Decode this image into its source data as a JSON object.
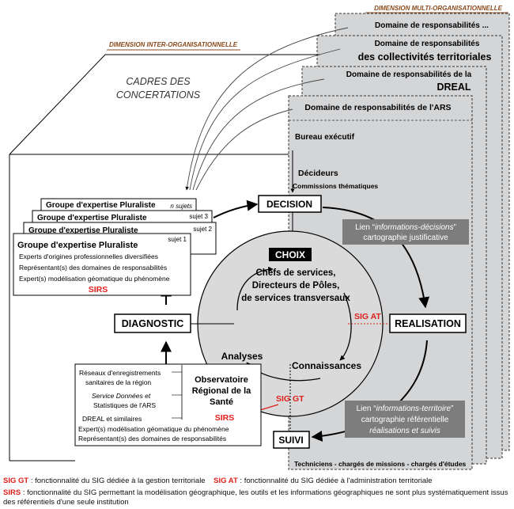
{
  "dimensions": {
    "multi": "DIMENSION MULTI-ORGANISATIONNELLE",
    "inter": "DIMENSION INTER-ORGANISATIONNELLE",
    "cadres": [
      "CADRES DES",
      "CONCERTATIONS"
    ]
  },
  "domains": {
    "d1": "Domaine de responsabilités ...",
    "d2_line1": "Domaine de responsabilités",
    "d2_line2": "des collectivités territoriales",
    "d3_line1": "Domaine de responsabilités de la",
    "d3_line2": "DREAL",
    "d4": "Domaine de responsabilités de l'ARS"
  },
  "ars": {
    "bureau": "Bureau exécutif",
    "decideurs": "Décideurs",
    "commissions": "Commissions thématiques",
    "techniciens": "Techniciens - chargés de missions - chargés d'études"
  },
  "stages": {
    "decision": "DECISION",
    "realisation": "REALISATION",
    "suivi": "SUIVI",
    "diagnostic": "DIAGNOSTIC"
  },
  "center": {
    "choix": "CHOIX",
    "chefs_line1": "Chefs de services,",
    "chefs_line2": "Directeurs de Pôles,",
    "chefs_line3": "de services transversaux",
    "analyses": "Analyses",
    "connaissances": "Connaissances",
    "sig_at": "SIG AT",
    "sig_gt": "SIG GT"
  },
  "links": {
    "decision_line1_pre": "Lien “",
    "decision_line1_it": "informations-décisions",
    "decision_line1_post": "”",
    "decision_line2": "cartographie justificative",
    "territoire_line1_pre": "Lien “",
    "territoire_line1_it": "informations-territoire",
    "territoire_line1_post": "”",
    "territoire_line2": "cartographie référentielle",
    "territoire_line3": "réalisations  et suivis"
  },
  "groups": {
    "stack_title": "Groupe d'expertise Pluraliste",
    "n_sujets": "n sujets",
    "sujet3": "sujet 3",
    "sujet2": "sujet 2",
    "sujet1": "sujet 1",
    "front_title": "Groupe d'expertise Pluraliste",
    "items": [
      "Experts d'origines professionnelles diversifiées",
      "Représentant(s) des domaines de responsabilités",
      "Expert(s) modélisation géomatique du phénomène"
    ],
    "sirs": "SIRS"
  },
  "observatoire": {
    "title_lines": [
      "Observatoire",
      "Régional de la",
      "Santé"
    ],
    "reseaux_line1": "Réseaux d'enregistrements",
    "reseaux_line2": "sanitaires de la région",
    "service_line1_it": "Service Données et",
    "service_line2": "Statistiques de l'ARS",
    "dreal": "DREAL et similaires",
    "expert": "Expert(s) modélisation géomatique du phénomène",
    "representant": "Représentant(s) des domaines de responsabilités",
    "sirs": "SIRS"
  },
  "footnotes": {
    "gt_label": "SIG GT",
    "gt_text": " : fonctionnalité du SIG dédiée à la gestion territoriale",
    "at_label": "SIG AT",
    "at_text": " : fonctionnalité du SIG dédiée à l'administration territoriale",
    "sirs_label": "SIRS",
    "sirs_text": " : fonctionnalité du SIG permettant la modélisation géographique, les outils et les informations géographiques ne sont plus systématiquement issus des référentiels d'une seule institution"
  },
  "colors": {
    "accent_brown": "#8a4a1c",
    "sig_red": "#e0201b",
    "panel_grey": "#d4d5d7",
    "link_box_grey": "#7d7d7d"
  }
}
